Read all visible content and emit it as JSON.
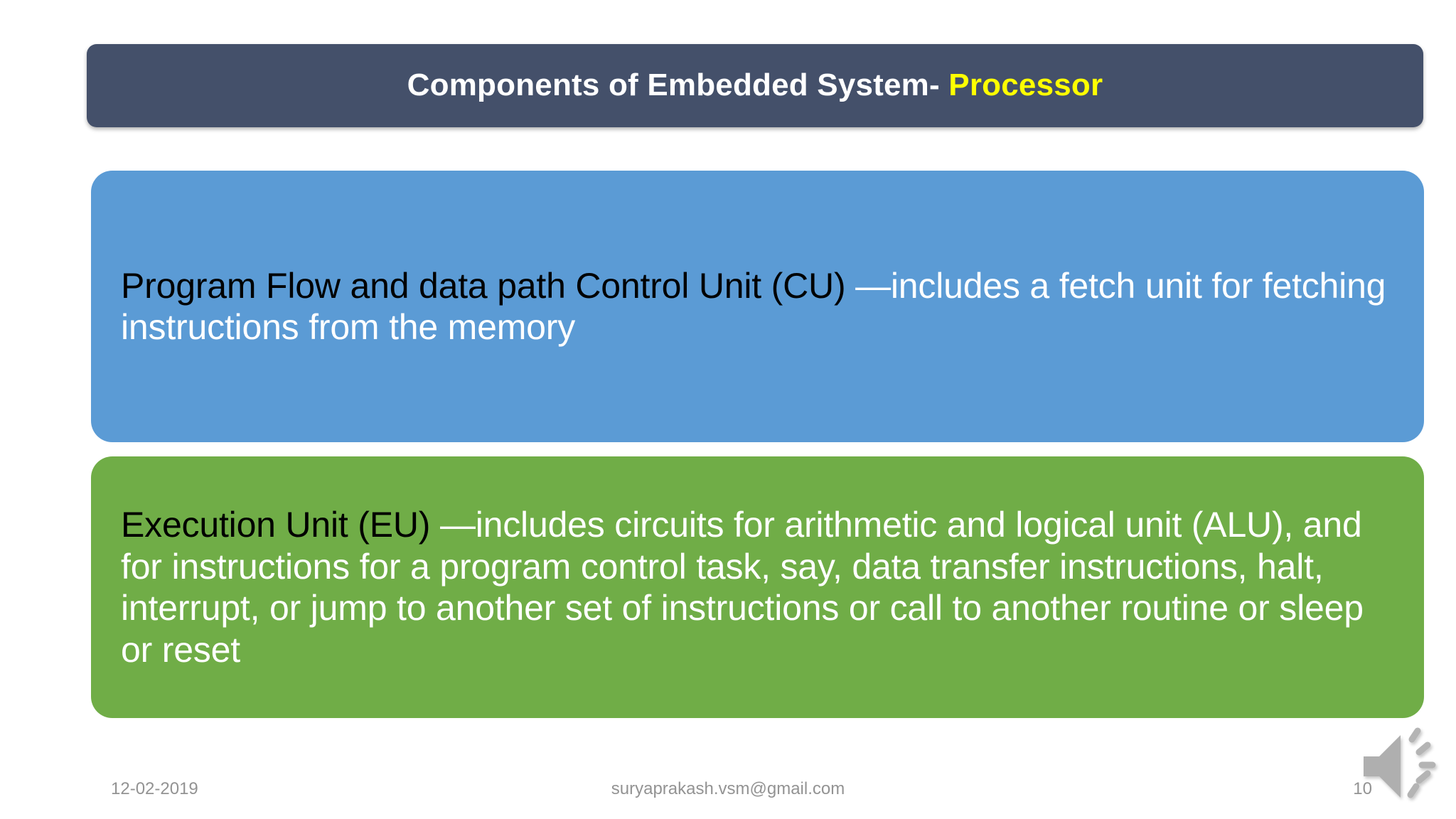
{
  "slide": {
    "title": {
      "main": "Components of Embedded System- ",
      "accent": "Processor"
    },
    "boxes": [
      {
        "id": "control-unit",
        "color": "#5B9BD5",
        "lead": "Program Flow and data path Control Unit (CU) ",
        "body": "—includes a fetch unit for fetching instructions from the memory"
      },
      {
        "id": "execution-unit",
        "color": "#70AD47",
        "lead": "Execution Unit (EU) ",
        "body": "—includes circuits for arithmetic and logical unit (ALU), and for instructions for a program control task, say, data transfer instructions, halt, interrupt, or jump to another set of instructions or call to another routine or sleep or reset"
      }
    ],
    "footer": {
      "date": "12-02-2019",
      "email": "suryaprakash.vsm@gmail.com",
      "page_number": "10",
      "audio_icon": "speaker-icon"
    },
    "colors": {
      "title_bar": "#44506A",
      "title_accent": "#FFFF00",
      "blue_box": "#5B9BD5",
      "green_box": "#70AD47",
      "footer_text": "#939393",
      "lead_text": "#000000",
      "body_text": "#FFFFFF"
    }
  }
}
